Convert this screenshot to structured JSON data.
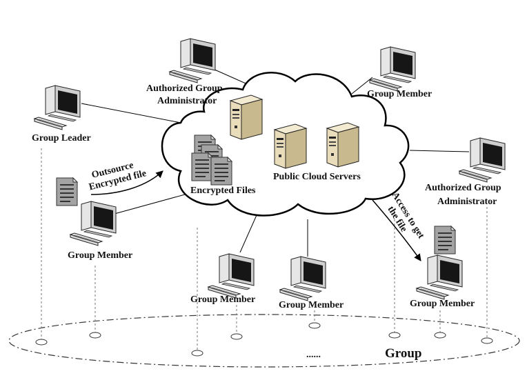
{
  "diagram": {
    "cloud_label": "Public Cloud Servers",
    "encrypted_files_label": "Encrypted Files",
    "outsource_label_line1": "Outsource",
    "outsource_label_line2": "Encrypted file",
    "access_label_line1": "Access to get",
    "access_label_line2": "the file",
    "group_label": "Group",
    "ellipsis": "......",
    "nodes": {
      "group_leader": "Group Leader",
      "admin_top_line1": "Authorized  Group",
      "admin_top_line2": "Administrator",
      "member_top_right": "Group Member",
      "admin_right_line1": "Authorized  Group",
      "admin_right_line2": "Administrator",
      "member_left": "Group Member",
      "member_bottom_1": "Group Member",
      "member_bottom_2": "Group Member",
      "member_bottom_right": "Group Member"
    }
  },
  "colors": {
    "monitor_frame": "#d4d4d4",
    "monitor_screen": "#1a1a1a",
    "server_body": "#e8dcc0",
    "document": "#9a9a9a",
    "line": "#000000",
    "dashed_line": "#666666"
  }
}
